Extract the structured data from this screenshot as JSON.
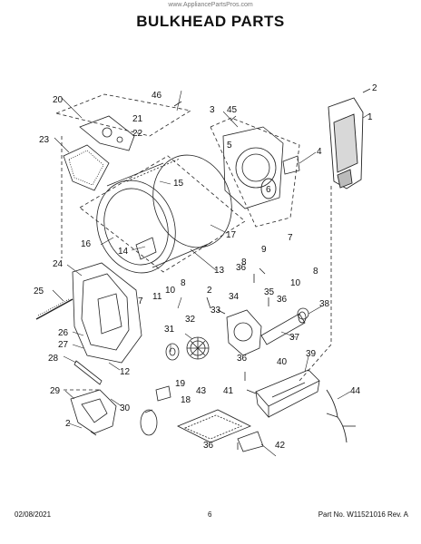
{
  "watermark": "www.AppliancePartsPros.com",
  "title": "BULKHEAD PARTS",
  "footer": {
    "date": "02/08/2021",
    "page": "6",
    "part_info": "Part No.  W11521016  Rev. A"
  },
  "callouts": [
    {
      "id": "c1",
      "label": "1"
    },
    {
      "id": "c2a",
      "label": "2"
    },
    {
      "id": "c3",
      "label": "3"
    },
    {
      "id": "c4",
      "label": "4"
    },
    {
      "id": "c5",
      "label": "5"
    },
    {
      "id": "c6",
      "label": "6"
    },
    {
      "id": "c7a",
      "label": "7"
    },
    {
      "id": "c7b",
      "label": "7"
    },
    {
      "id": "c8a",
      "label": "8"
    },
    {
      "id": "c8b",
      "label": "8"
    },
    {
      "id": "c8c",
      "label": "8"
    },
    {
      "id": "c9",
      "label": "9"
    },
    {
      "id": "c10a",
      "label": "10"
    },
    {
      "id": "c10b",
      "label": "10"
    },
    {
      "id": "c11",
      "label": "11"
    },
    {
      "id": "c12",
      "label": "12"
    },
    {
      "id": "c13",
      "label": "13"
    },
    {
      "id": "c14",
      "label": "14"
    },
    {
      "id": "c15",
      "label": "15"
    },
    {
      "id": "c16",
      "label": "16"
    },
    {
      "id": "c17",
      "label": "17"
    },
    {
      "id": "c18",
      "label": "18"
    },
    {
      "id": "c19",
      "label": "19"
    },
    {
      "id": "c20",
      "label": "20"
    },
    {
      "id": "c21",
      "label": "21"
    },
    {
      "id": "c22",
      "label": "22"
    },
    {
      "id": "c23",
      "label": "23"
    },
    {
      "id": "c24",
      "label": "24"
    },
    {
      "id": "c25",
      "label": "25"
    },
    {
      "id": "c26",
      "label": "26"
    },
    {
      "id": "c27",
      "label": "27"
    },
    {
      "id": "c28",
      "label": "28"
    },
    {
      "id": "c29",
      "label": "29"
    },
    {
      "id": "c30",
      "label": "30"
    },
    {
      "id": "c31",
      "label": "31"
    },
    {
      "id": "c32",
      "label": "32"
    },
    {
      "id": "c33",
      "label": "33"
    },
    {
      "id": "c34",
      "label": "34"
    },
    {
      "id": "c35",
      "label": "35"
    },
    {
      "id": "c36a",
      "label": "36"
    },
    {
      "id": "c36b",
      "label": "36"
    },
    {
      "id": "c36c",
      "label": "36"
    },
    {
      "id": "c36d",
      "label": "36"
    },
    {
      "id": "c37",
      "label": "37"
    },
    {
      "id": "c38",
      "label": "38"
    },
    {
      "id": "c39",
      "label": "39"
    },
    {
      "id": "c40",
      "label": "40"
    },
    {
      "id": "c41",
      "label": "41"
    },
    {
      "id": "c42",
      "label": "42"
    },
    {
      "id": "c43",
      "label": "43"
    },
    {
      "id": "c44",
      "label": "44"
    },
    {
      "id": "c45",
      "label": "45"
    },
    {
      "id": "c46",
      "label": "46"
    },
    {
      "id": "c2b",
      "label": "2"
    },
    {
      "id": "c2c",
      "label": "2"
    }
  ]
}
